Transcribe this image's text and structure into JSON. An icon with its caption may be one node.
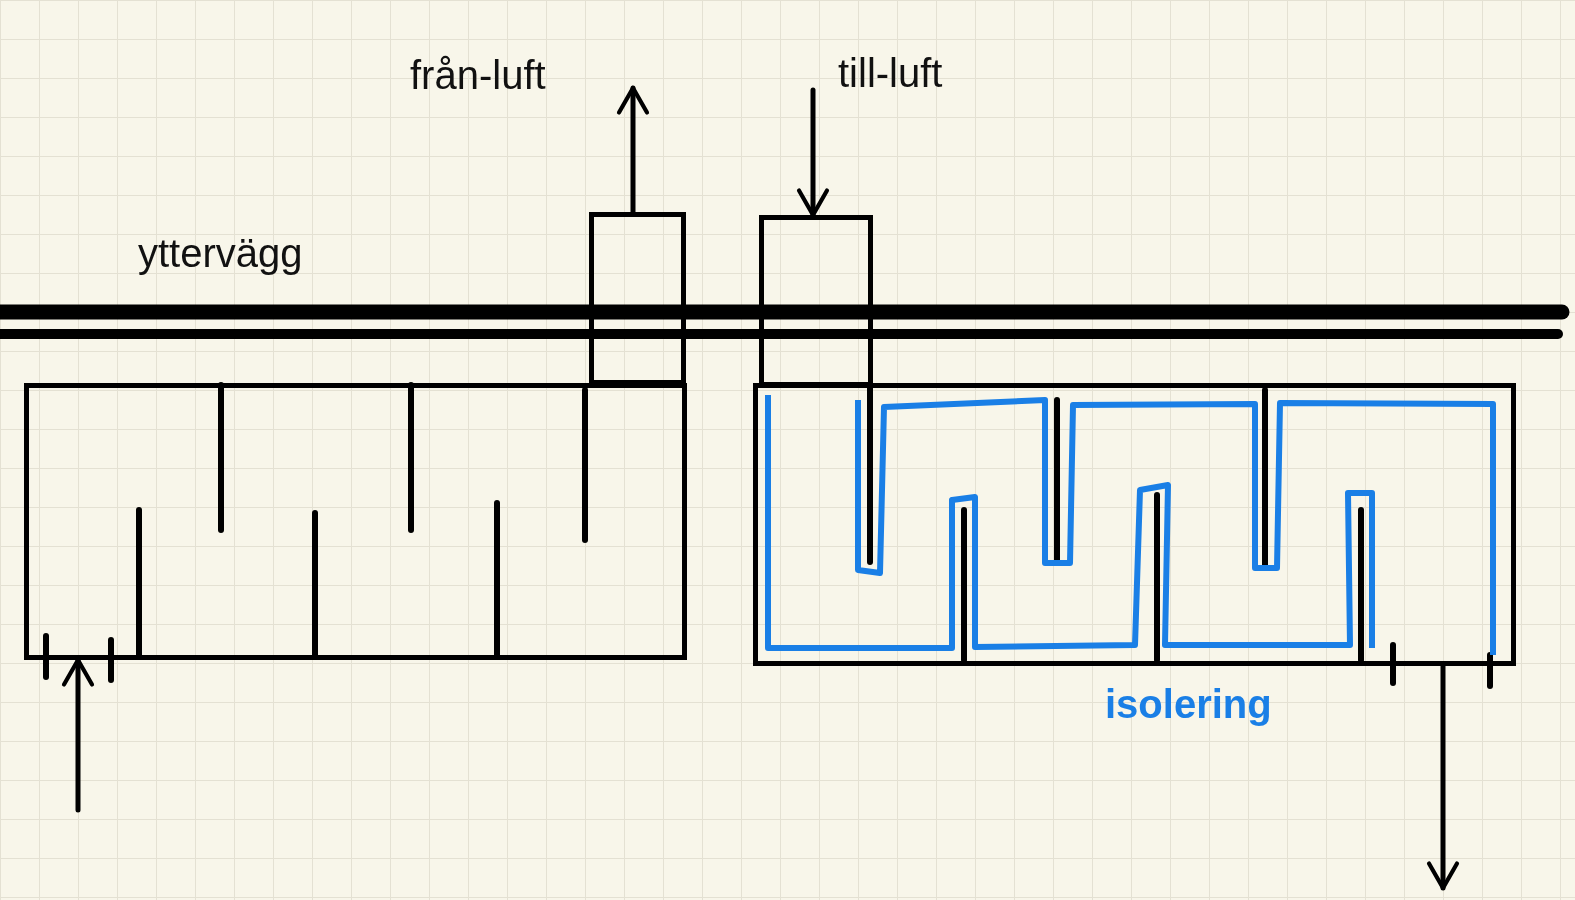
{
  "diagram": {
    "nodes": [
      {
        "text": [],
        "shape": "box"
      },
      {
        "text": [],
        "shape": "box"
      },
      {
        "text": [],
        "shape": "box"
      },
      {
        "text": [],
        "shape": "box"
      }
    ],
    "edges": [
      {
        "from": 0,
        "to": null,
        "arrow": "to"
      },
      {
        "from": null,
        "to": 1,
        "arrow": "to"
      },
      {
        "from": null,
        "to": 2,
        "arrow": "to"
      },
      {
        "from": 3,
        "to": null,
        "arrow": "to"
      }
    ],
    "labels": [
      "från-luft",
      "till-luft",
      "yttervägg",
      "isolering"
    ]
  }
}
